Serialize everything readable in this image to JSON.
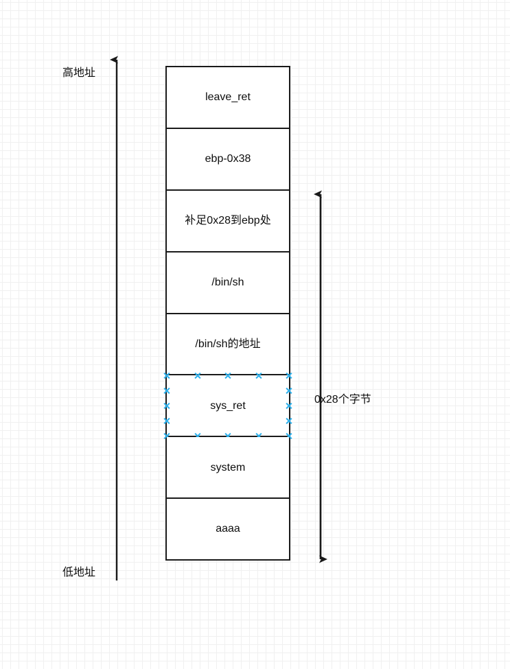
{
  "diagram": {
    "title": "stack layout diagram",
    "background": {
      "type": "graph-paper-grid",
      "minor_color": "#f0f0f0",
      "major_color": "#d9d9d9"
    },
    "address_axis": {
      "high_label": "高地址",
      "low_label": "低地址",
      "direction": "up",
      "arrow_color": "#1a1a1a"
    },
    "stack": {
      "border_color": "#1a1a1a",
      "cells": [
        {
          "label": "leave_ret",
          "selected": false
        },
        {
          "label": "ebp-0x38",
          "selected": false
        },
        {
          "label": "补足0x28到ebp处",
          "selected": false
        },
        {
          "label": "/bin/sh",
          "selected": false
        },
        {
          "label": "/bin/sh的地址",
          "selected": false
        },
        {
          "label": "sys_ret",
          "selected": true
        },
        {
          "label": "system",
          "selected": false
        },
        {
          "label": "aaaa",
          "selected": false
        }
      ]
    },
    "measure": {
      "label": "0x28个字节",
      "arrow_style": "double-headed",
      "arrow_color": "#1a1a1a"
    },
    "selection": {
      "handle_color": "#2cb0ec",
      "handle_shape": "x-cross"
    }
  }
}
